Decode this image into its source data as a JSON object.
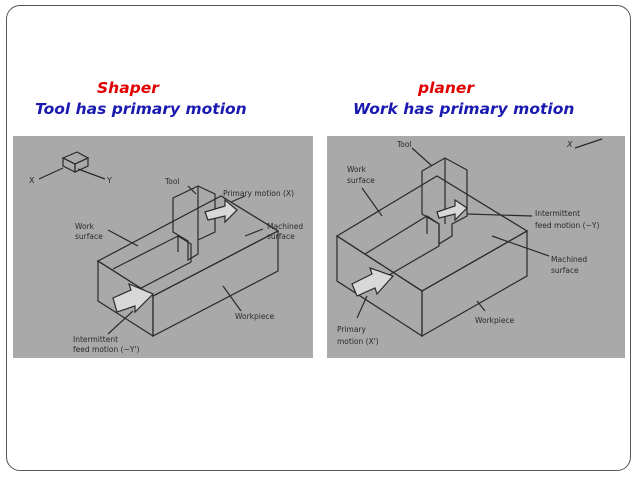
{
  "left": {
    "title": "Shaper",
    "subtitle": "Tool has primary motion",
    "labels": {
      "x_axis": "X",
      "y_axis": "Y",
      "tool": "Tool",
      "primary_motion": "Primary motion (X)",
      "work": "Work",
      "surface": "surface",
      "machined": "Machined",
      "machined_surface": "surface",
      "workpiece": "Workpiece",
      "intermittent": "Intermittent",
      "feed_motion": "feed motion (−Y')"
    }
  },
  "right": {
    "title": "planer",
    "subtitle": "Work has primary motion",
    "labels": {
      "tool": "Tool",
      "x_axis": "X",
      "work": "Work",
      "surface": "surface",
      "intermittent": "Intermittent",
      "feed_motion": "feed motion (−Y)",
      "machined": "Machined",
      "machined_surface": "surface",
      "workpiece": "Workpiece",
      "primary": "Primary",
      "motion": "motion (X')"
    }
  },
  "colors": {
    "title": "#e00000",
    "subtitle": "#1a1ab0",
    "panel_bg": "#a9a9a9",
    "ink": "#2a2a2a"
  }
}
